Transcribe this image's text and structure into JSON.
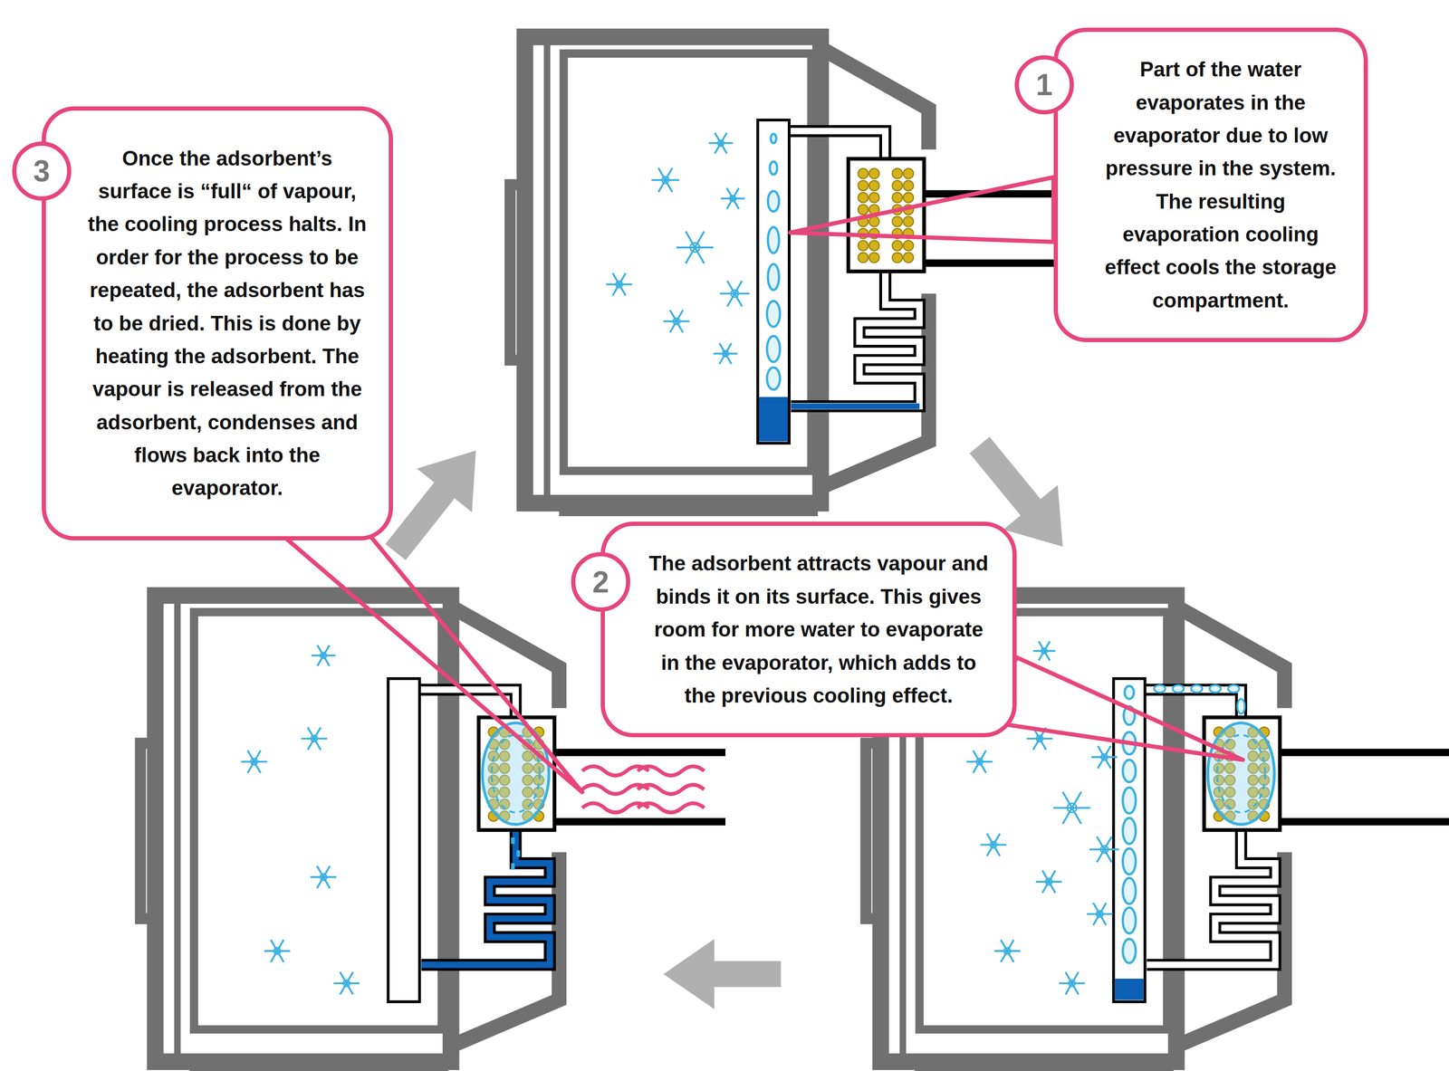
{
  "diagram": {
    "nodes": [
      {
        "text": [
          "Once the adsorbent’s surface is “full“ of vapour, the cooling process halts. In order for the process to be repeated, the adsorbent has to be dried. This is done by heating the adsorbent. The vapour is released from the adsorbent, condenses and flows back into the evaporator."
        ]
      },
      {
        "text": [
          "3"
        ],
        "in": 0
      },
      {
        "text": [
          "Part of the water evaporates in the evaporator due to low pressure in the system. The resulting evaporation cooling effect cools the storage compartment."
        ]
      },
      {
        "text": [
          "1"
        ],
        "in": 2
      },
      {
        "text": [
          "The adsorbent attracts vapour and binds it on its surface. This gives room for more water to evaporate in the evaporator, which adds to the previous cooling effect."
        ]
      },
      {
        "text": [
          "2"
        ],
        "in": 4
      }
    ]
  }
}
